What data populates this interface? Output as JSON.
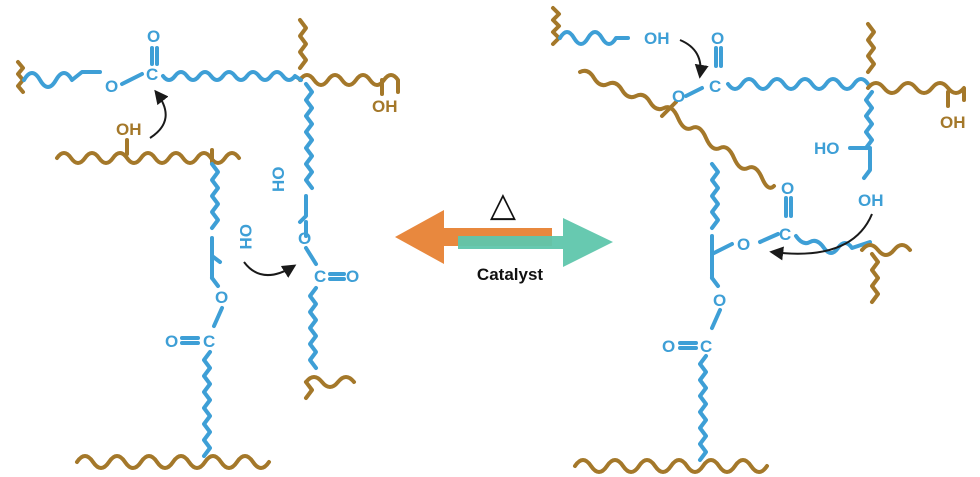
{
  "labels": {
    "oh": "OH",
    "ho": "HO",
    "o": "O",
    "c": "C"
  },
  "reaction": {
    "symbol": "△",
    "condition": "Catalyst"
  },
  "colors": {
    "ester_chain": "#3e9fd6",
    "polymer_backbone": "#a4782a",
    "arrow_forward": "#5fc6ac",
    "arrow_reverse": "#e8883e",
    "curved_arrow": "#1a1a1a"
  }
}
